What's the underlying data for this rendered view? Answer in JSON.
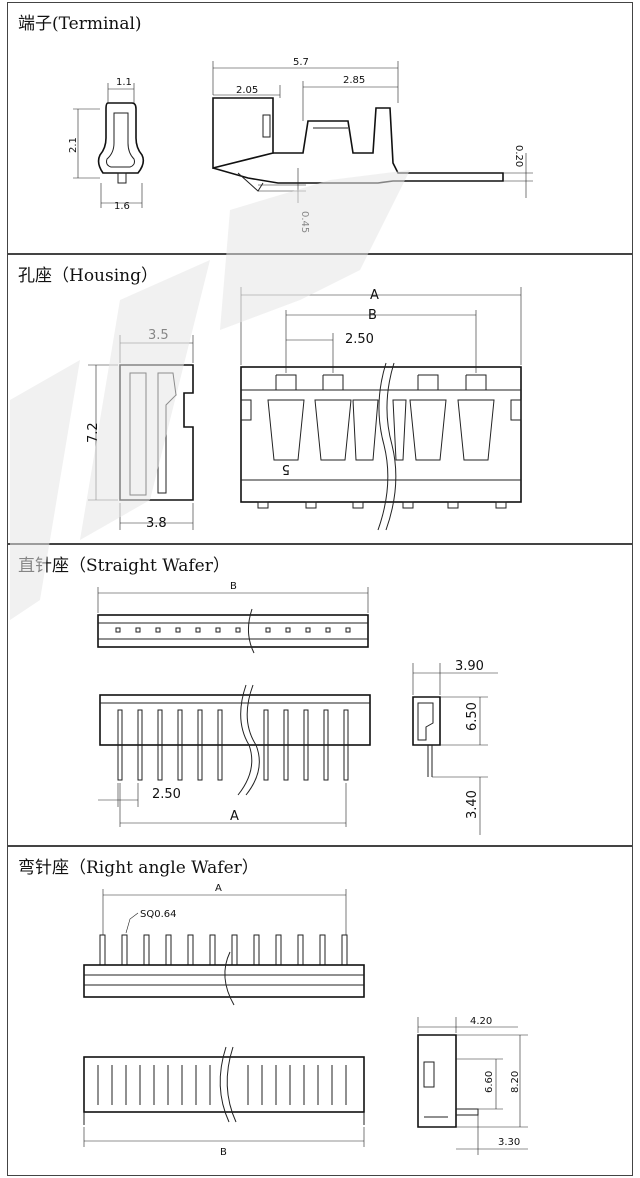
{
  "sections": [
    {
      "title": "端子(Terminal)",
      "dims": {
        "w11": "1.1",
        "h21": "2.1",
        "w16": "1.6",
        "w57": "5.7",
        "w205": "2.05",
        "w285": "2.85",
        "d020": "0.20",
        "d045": "0.45"
      }
    },
    {
      "title": "孔座（Housing）",
      "dims": {
        "w35": "3.5",
        "h72": "7.2",
        "w38": "3.8",
        "a": "A",
        "b": "B",
        "p250": "2.50",
        "mark": "5"
      }
    },
    {
      "title": "直针座（Straight Wafer）",
      "dims": {
        "b": "B",
        "p250": "2.50",
        "a": "A",
        "w390": "3.90",
        "h650": "6.50",
        "h340": "3.40"
      }
    },
    {
      "title": "弯针座（Right angle Wafer）",
      "dims": {
        "a": "A",
        "sq": "SQ0.64",
        "b": "B",
        "w420": "4.20",
        "h660": "6.60",
        "h820": "8.20",
        "w330": "3.30"
      }
    }
  ],
  "colors": {
    "line": "#222222",
    "border": "#444444",
    "watermark": "#e6e6e6"
  }
}
